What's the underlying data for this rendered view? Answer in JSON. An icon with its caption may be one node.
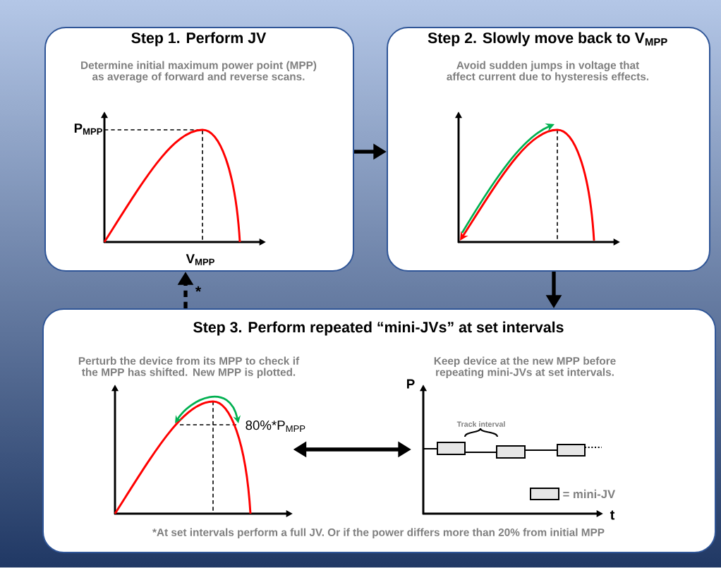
{
  "diagram": {
    "nodes": [
      {
        "text": [
          "Step 1. Perform JV",
          "Determine initial maximum power point (MPP) as average of forward and reverse scans."
        ]
      },
      {
        "text": [
          "Step 2. Slowly move back to V$_{MPP}$",
          "Avoid sudden jumps in voltage that affect current due to hysteresis effects."
        ]
      },
      {
        "text": [
          "Step 3. Perform repeated “mini-JVs” at set intervals",
          "*At set intervals perform a full JV. Or if the power differs more than 20% from initial MPP"
        ]
      },
      {
        "text": [
          "Perturb the device from its MPP to check if the MPP has shifted. New MPP is plotted."
        ],
        "in": 2
      },
      {
        "text": [
          "Keep device at the new MPP before repeating mini-JVs at set intervals."
        ],
        "in": 2
      }
    ],
    "edges": [
      {
        "from": 0,
        "to": 1,
        "arrow": "to"
      },
      {
        "from": 1,
        "to": 2,
        "arrow": "to"
      },
      {
        "from": 2,
        "to": 0,
        "arrow": "to",
        "style": "dashed",
        "label": "*"
      },
      {
        "from": 3,
        "to": 4,
        "arrow": "both"
      }
    ],
    "labels": [
      "P$_{MPP}$",
      "V$_{MPP}$",
      "80%*P$_{MPP}$",
      "P",
      "t",
      "Track interval"
    ],
    "legend": [
      {
        "text": "= mini-JV",
        "color": "#e6e6e6"
      }
    ]
  }
}
